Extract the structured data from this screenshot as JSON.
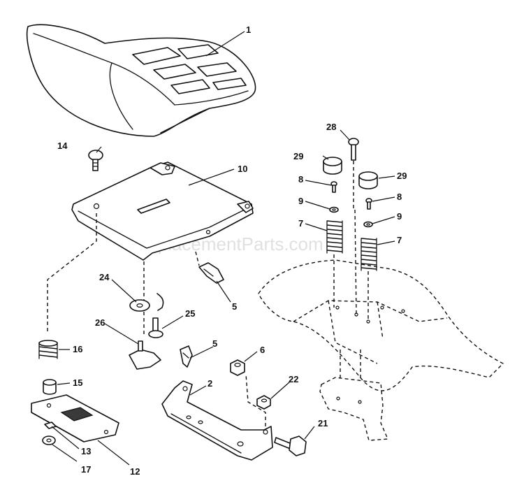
{
  "watermark": "eReplacementParts.com",
  "callouts": {
    "c1": "1",
    "c2": "2",
    "c5a": "5",
    "c5b": "5",
    "c6": "6",
    "c7a": "7",
    "c7b": "7",
    "c8a": "8",
    "c8b": "8",
    "c9a": "9",
    "c9b": "9",
    "c10": "10",
    "c12": "12",
    "c13": "13",
    "c14": "14",
    "c15": "15",
    "c16": "16",
    "c17": "17",
    "c21": "21",
    "c22": "22",
    "c24": "24",
    "c25": "25",
    "c26": "26",
    "c28": "28",
    "c29a": "29",
    "c29b": "29"
  }
}
